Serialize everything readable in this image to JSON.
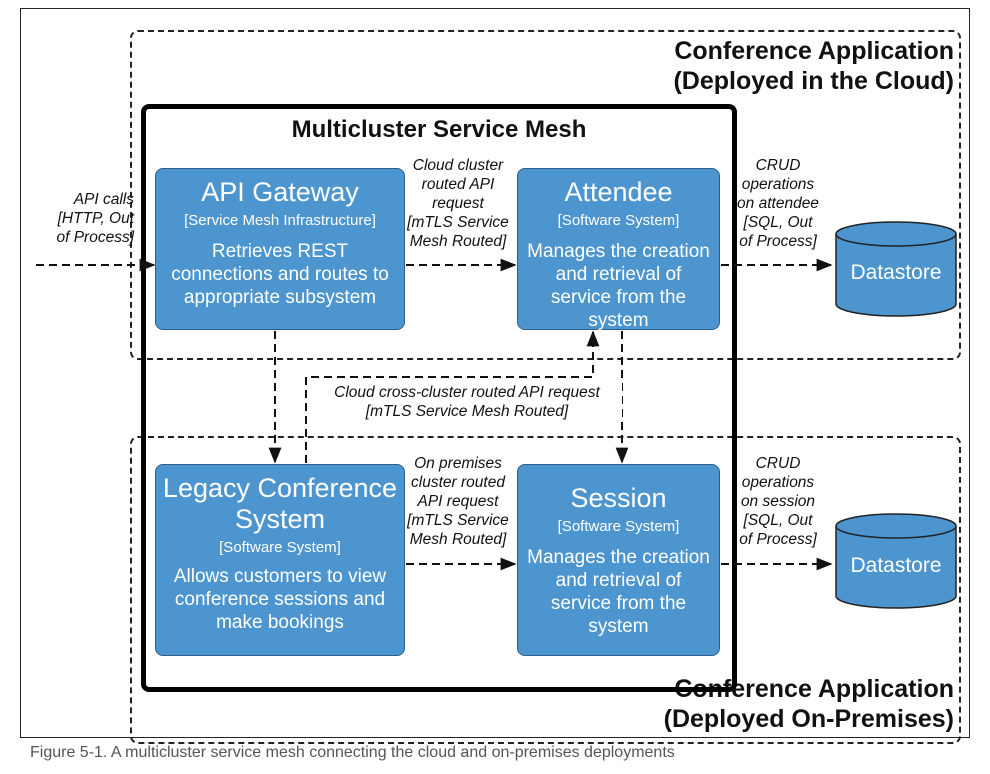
{
  "regions": {
    "cloud_title_1": "Conference Application",
    "cloud_title_2": "(Deployed in the Cloud)",
    "onprem_title_1": "Conference Application",
    "onprem_title_2": "(Deployed On-Premises)"
  },
  "mesh": {
    "title": "Multicluster Service Mesh"
  },
  "boxes": {
    "api_gateway": {
      "name": "API Gateway",
      "kind": "[Service Mesh Infrastructure]",
      "desc": "Retrieves REST connections and routes to appropriate subsystem"
    },
    "attendee": {
      "name": "Attendee",
      "kind": "[Software System]",
      "desc": "Manages the creation and retrieval of service from the system"
    },
    "legacy": {
      "name": "Legacy Conference System",
      "kind": "[Software System]",
      "desc": "Allows customers to view conference sessions and make bookings"
    },
    "session": {
      "name": "Session",
      "kind": "[Software System]",
      "desc": "Manages the creation and retrieval of service from the system"
    }
  },
  "datastores": {
    "top": "Datastore",
    "bottom": "Datastore"
  },
  "labels": {
    "api_calls": [
      "API calls",
      "[HTTP, Out",
      "of Process]"
    ],
    "cloud_routed": [
      "Cloud cluster",
      "routed API",
      "request",
      "[mTLS Service",
      "Mesh Routed]"
    ],
    "crud_attendee": [
      "CRUD",
      "operations",
      "on attendee",
      "[SQL, Out",
      "of Process]"
    ],
    "cross_cluster": [
      "Cloud cross-cluster routed API request",
      "[mTLS Service Mesh Routed]"
    ],
    "onprem_routed": [
      "On premises",
      "cluster routed",
      "API request",
      "[mTLS Service",
      "Mesh Routed]"
    ],
    "crud_session": [
      "CRUD",
      "operations",
      "on session",
      "[SQL, Out",
      "of Process]"
    ]
  },
  "caption": "Figure 5-1. A multicluster service mesh connecting the cloud and on-premises deployments"
}
